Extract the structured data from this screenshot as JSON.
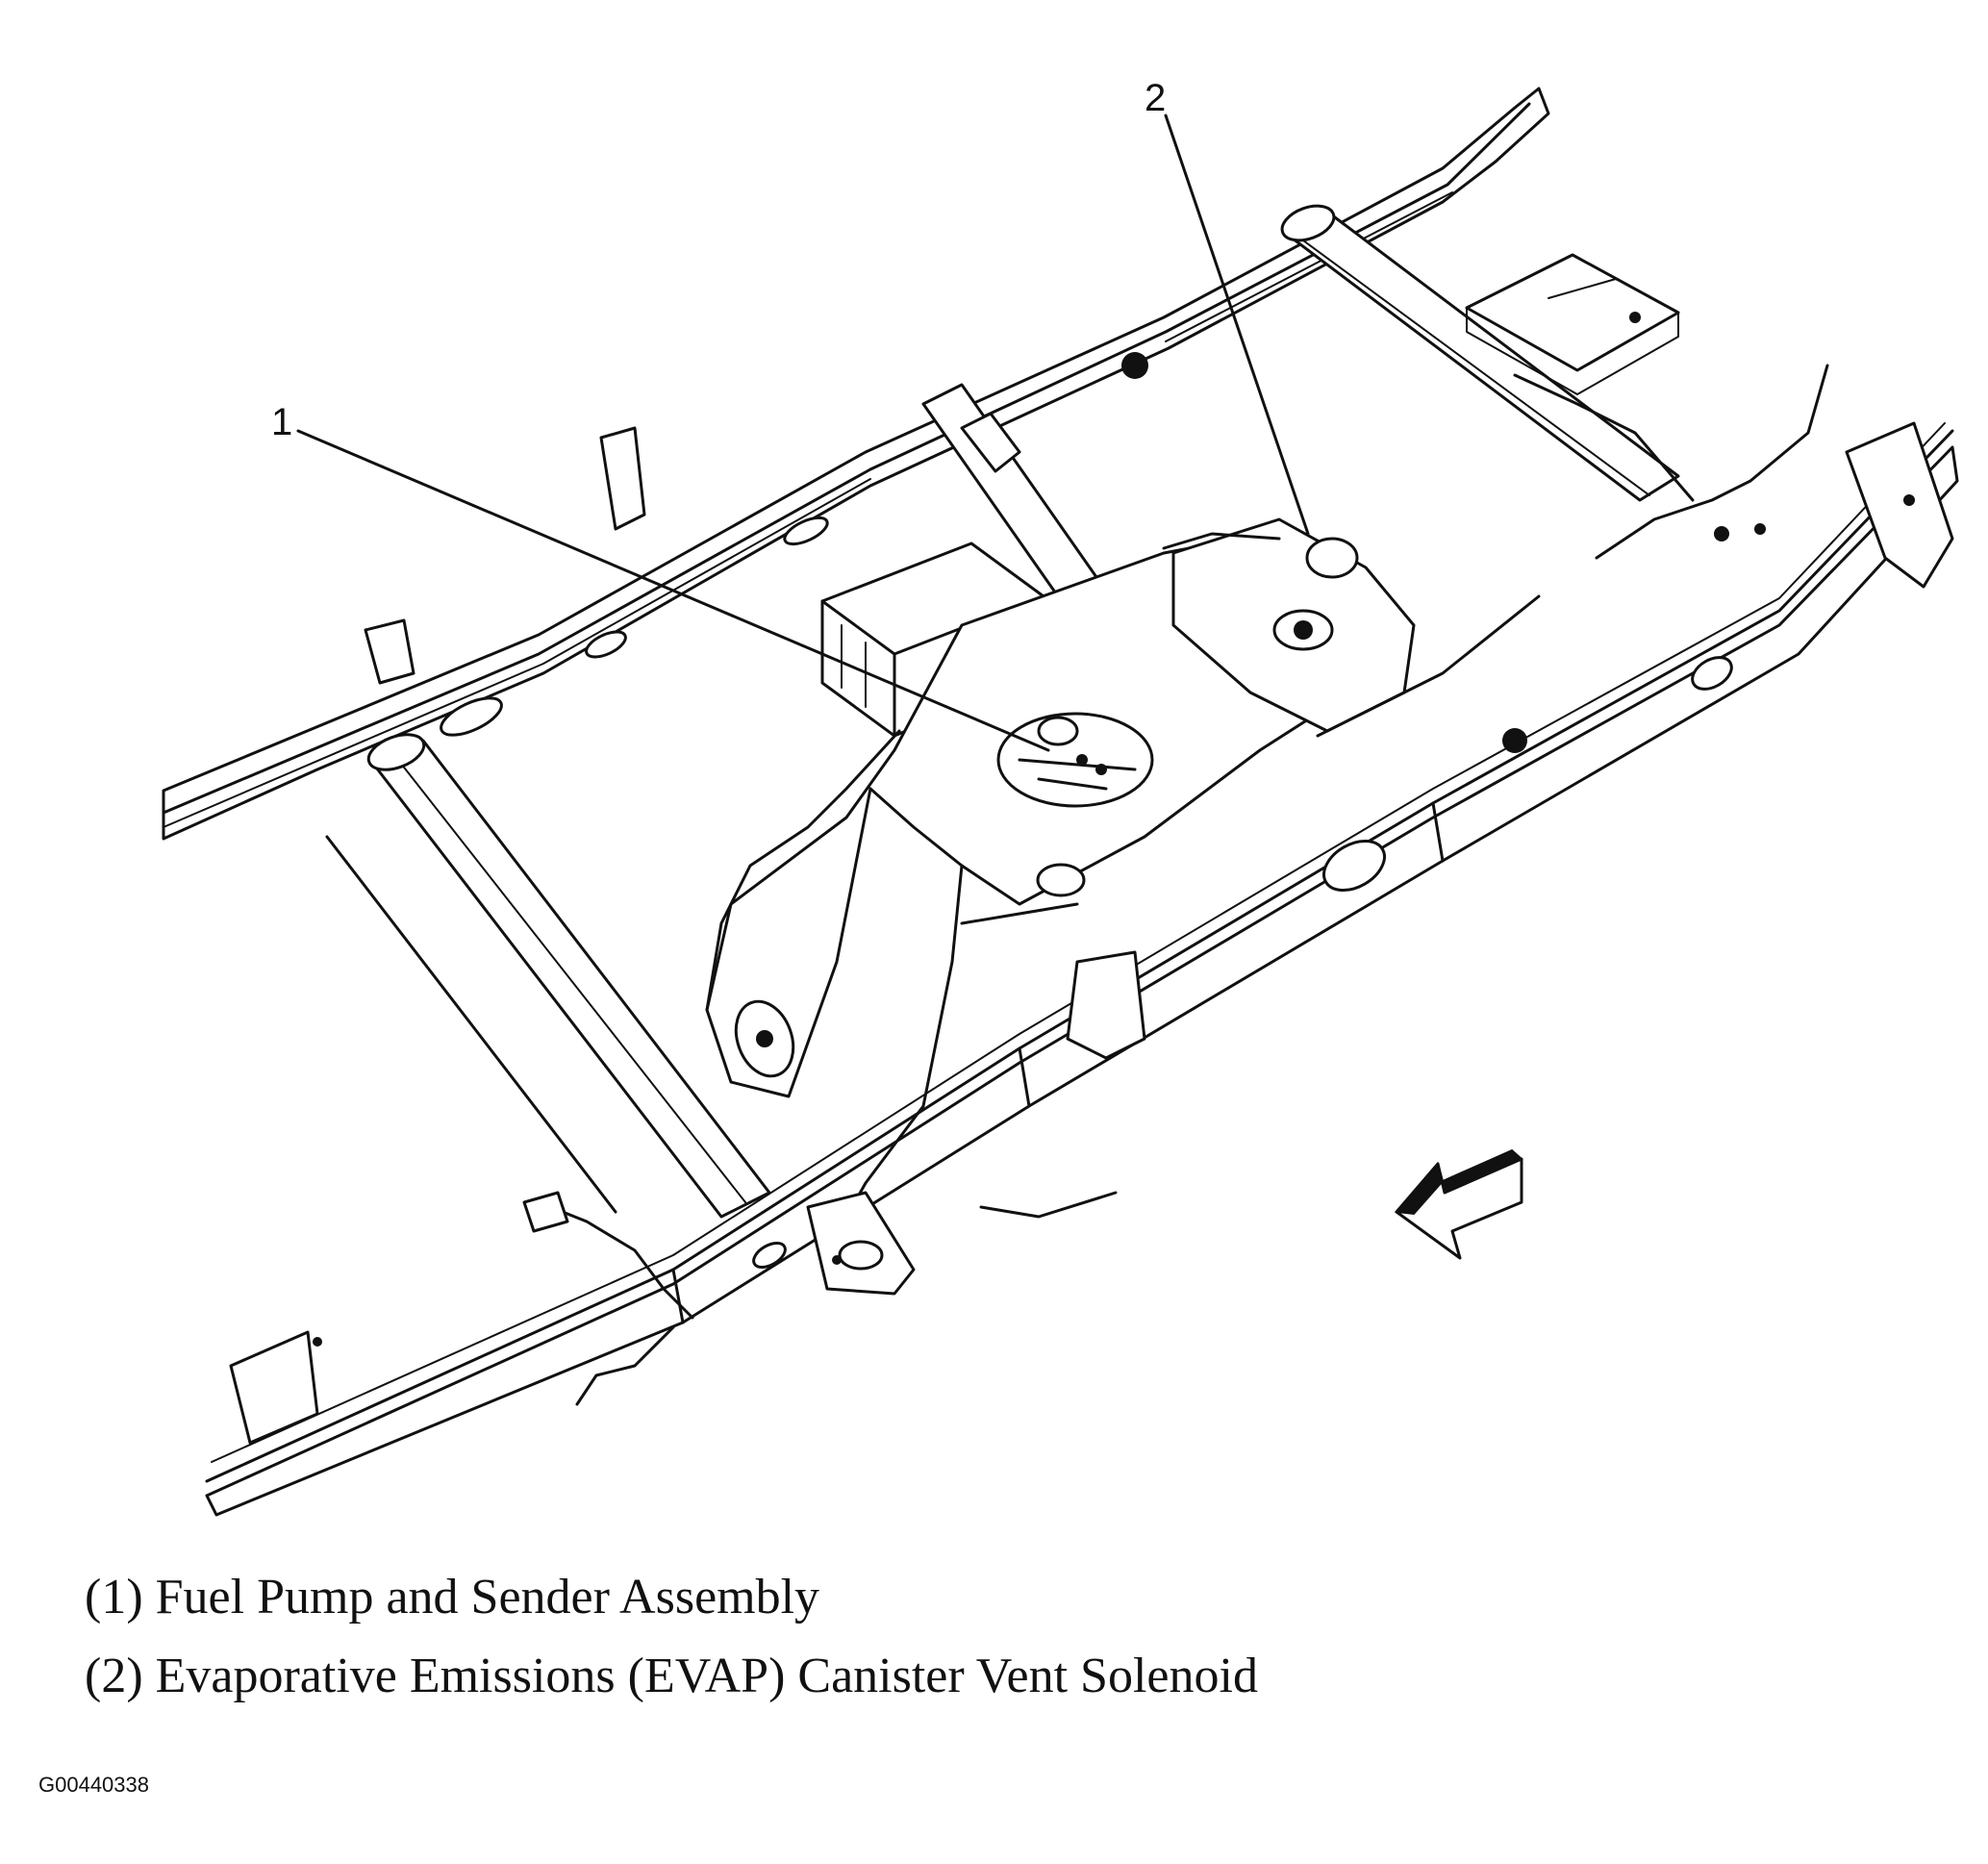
{
  "callouts": [
    {
      "number": "1"
    },
    {
      "number": "2"
    }
  ],
  "legend": [
    {
      "text": "(1) Fuel Pump and Sender Assembly"
    },
    {
      "text": "(2) Evaporative Emissions (EVAP) Canister Vent Solenoid"
    }
  ],
  "figure_id": "G00440338",
  "icons": [
    "vehicle-frame-illustration",
    "fuel-tank",
    "evap-canister",
    "front-direction-arrow"
  ]
}
